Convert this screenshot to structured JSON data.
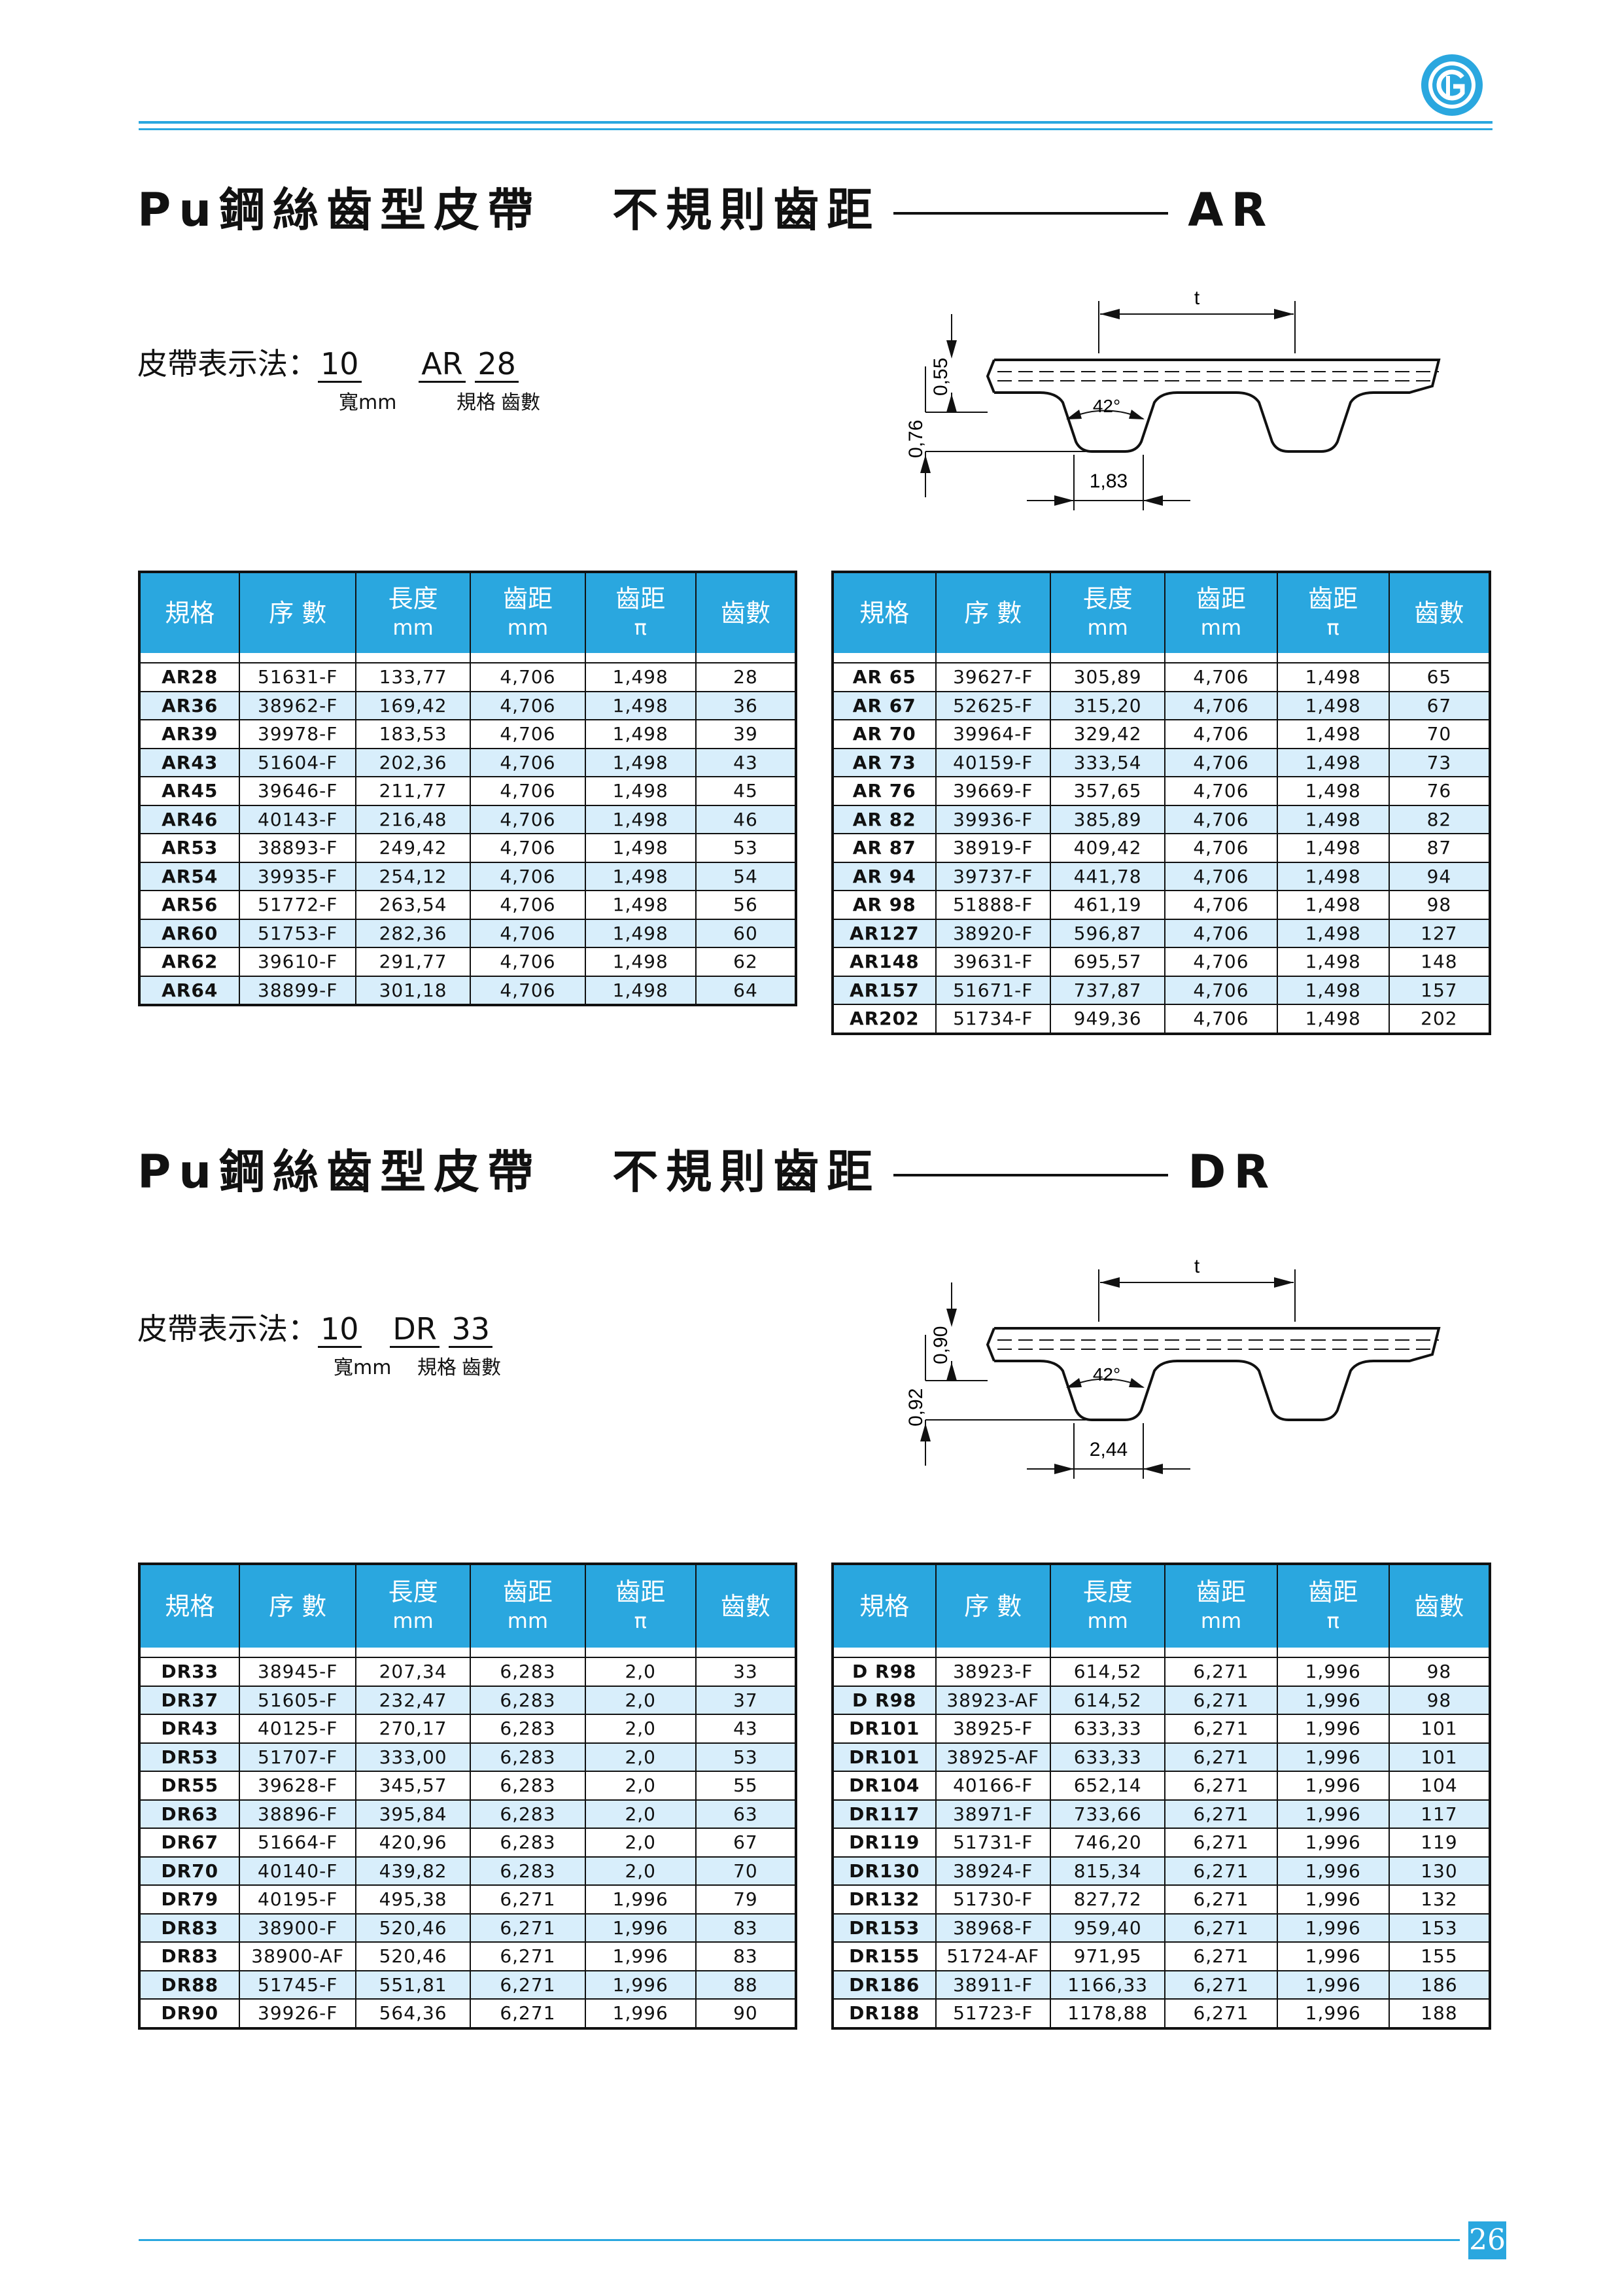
{
  "page_number": "26",
  "sections": [
    {
      "title_left": "Pu鋼絲齒型皮帶",
      "title_mid": "不規則齒距",
      "title_code": "AR",
      "notation": {
        "label": "皮帶表示法：",
        "width": "10",
        "spec": "AR",
        "teeth": "28",
        "width_caption": "寬mm",
        "spec_caption": "規格",
        "teeth_caption": "齒數"
      },
      "diagram": {
        "pitch_label": "t",
        "angle_label": "42°",
        "height_label": "0,76",
        "tooth_height_label": "0,55",
        "width_label": "1,83"
      },
      "headers": {
        "spec": "規格",
        "serial": "序 數",
        "length": "長度",
        "length_unit": "mm",
        "pitch": "齒距",
        "pitch_unit": "mm",
        "pitch2": "齒距",
        "pitch2_unit": "π",
        "teeth": "齒數"
      },
      "table_left": [
        [
          "AR28",
          "51631-F",
          "133,77",
          "4,706",
          "1,498",
          "28"
        ],
        [
          "AR36",
          "38962-F",
          "169,42",
          "4,706",
          "1,498",
          "36"
        ],
        [
          "AR39",
          "39978-F",
          "183,53",
          "4,706",
          "1,498",
          "39"
        ],
        [
          "AR43",
          "51604-F",
          "202,36",
          "4,706",
          "1,498",
          "43"
        ],
        [
          "AR45",
          "39646-F",
          "211,77",
          "4,706",
          "1,498",
          "45"
        ],
        [
          "AR46",
          "40143-F",
          "216,48",
          "4,706",
          "1,498",
          "46"
        ],
        [
          "AR53",
          "38893-F",
          "249,42",
          "4,706",
          "1,498",
          "53"
        ],
        [
          "AR54",
          "39935-F",
          "254,12",
          "4,706",
          "1,498",
          "54"
        ],
        [
          "AR56",
          "51772-F",
          "263,54",
          "4,706",
          "1,498",
          "56"
        ],
        [
          "AR60",
          "51753-F",
          "282,36",
          "4,706",
          "1,498",
          "60"
        ],
        [
          "AR62",
          "39610-F",
          "291,77",
          "4,706",
          "1,498",
          "62"
        ],
        [
          "AR64",
          "38899-F",
          "301,18",
          "4,706",
          "1,498",
          "64"
        ]
      ],
      "table_right": [
        [
          "AR 65",
          "39627-F",
          "305,89",
          "4,706",
          "1,498",
          "65"
        ],
        [
          "AR 67",
          "52625-F",
          "315,20",
          "4,706",
          "1,498",
          "67"
        ],
        [
          "AR 70",
          "39964-F",
          "329,42",
          "4,706",
          "1,498",
          "70"
        ],
        [
          "AR 73",
          "40159-F",
          "333,54",
          "4,706",
          "1,498",
          "73"
        ],
        [
          "AR 76",
          "39669-F",
          "357,65",
          "4,706",
          "1,498",
          "76"
        ],
        [
          "AR 82",
          "39936-F",
          "385,89",
          "4,706",
          "1,498",
          "82"
        ],
        [
          "AR 87",
          "38919-F",
          "409,42",
          "4,706",
          "1,498",
          "87"
        ],
        [
          "AR 94",
          "39737-F",
          "441,78",
          "4,706",
          "1,498",
          "94"
        ],
        [
          "AR 98",
          "51888-F",
          "461,19",
          "4,706",
          "1,498",
          "98"
        ],
        [
          "AR127",
          "38920-F",
          "596,87",
          "4,706",
          "1,498",
          "127"
        ],
        [
          "AR148",
          "39631-F",
          "695,57",
          "4,706",
          "1,498",
          "148"
        ],
        [
          "AR157",
          "51671-F",
          "737,87",
          "4,706",
          "1,498",
          "157"
        ],
        [
          "AR202",
          "51734-F",
          "949,36",
          "4,706",
          "1,498",
          "202"
        ]
      ]
    },
    {
      "title_left": "Pu鋼絲齒型皮帶",
      "title_mid": "不規則齒距",
      "title_code": "DR",
      "notation": {
        "label": "皮帶表示法：",
        "width": "10",
        "spec": "DR",
        "teeth": "33",
        "width_caption": "寬mm",
        "spec_caption": "規格",
        "teeth_caption": "齒數"
      },
      "diagram": {
        "pitch_label": "t",
        "angle_label": "42°",
        "height_label": "0,92",
        "tooth_height_label": "0,90",
        "width_label": "2,44"
      },
      "headers": {
        "spec": "規格",
        "serial": "序 數",
        "length": "長度",
        "length_unit": "mm",
        "pitch": "齒距",
        "pitch_unit": "mm",
        "pitch2": "齒距",
        "pitch2_unit": "π",
        "teeth": "齒數"
      },
      "table_left": [
        [
          "DR33",
          "38945-F",
          "207,34",
          "6,283",
          "2,0",
          "33"
        ],
        [
          "DR37",
          "51605-F",
          "232,47",
          "6,283",
          "2,0",
          "37"
        ],
        [
          "DR43",
          "40125-F",
          "270,17",
          "6,283",
          "2,0",
          "43"
        ],
        [
          "DR53",
          "51707-F",
          "333,00",
          "6,283",
          "2,0",
          "53"
        ],
        [
          "DR55",
          "39628-F",
          "345,57",
          "6,283",
          "2,0",
          "55"
        ],
        [
          "DR63",
          "38896-F",
          "395,84",
          "6,283",
          "2,0",
          "63"
        ],
        [
          "DR67",
          "51664-F",
          "420,96",
          "6,283",
          "2,0",
          "67"
        ],
        [
          "DR70",
          "40140-F",
          "439,82",
          "6,283",
          "2,0",
          "70"
        ],
        [
          "DR79",
          "40195-F",
          "495,38",
          "6,271",
          "1,996",
          "79"
        ],
        [
          "DR83",
          "38900-F",
          "520,46",
          "6,271",
          "1,996",
          "83"
        ],
        [
          "DR83",
          "38900-AF",
          "520,46",
          "6,271",
          "1,996",
          "83"
        ],
        [
          "DR88",
          "51745-F",
          "551,81",
          "6,271",
          "1,996",
          "88"
        ],
        [
          "DR90",
          "39926-F",
          "564,36",
          "6,271",
          "1,996",
          "90"
        ]
      ],
      "table_right": [
        [
          "D R98",
          "38923-F",
          "614,52",
          "6,271",
          "1,996",
          "98"
        ],
        [
          "D R98",
          "38923-AF",
          "614,52",
          "6,271",
          "1,996",
          "98"
        ],
        [
          "DR101",
          "38925-F",
          "633,33",
          "6,271",
          "1,996",
          "101"
        ],
        [
          "DR101",
          "38925-AF",
          "633,33",
          "6,271",
          "1,996",
          "101"
        ],
        [
          "DR104",
          "40166-F",
          "652,14",
          "6,271",
          "1,996",
          "104"
        ],
        [
          "DR117",
          "38971-F",
          "733,66",
          "6,271",
          "1,996",
          "117"
        ],
        [
          "DR119",
          "51731-F",
          "746,20",
          "6,271",
          "1,996",
          "119"
        ],
        [
          "DR130",
          "38924-F",
          "815,34",
          "6,271",
          "1,996",
          "130"
        ],
        [
          "DR132",
          "51730-F",
          "827,72",
          "6,271",
          "1,996",
          "132"
        ],
        [
          "DR153",
          "38968-F",
          "959,40",
          "6,271",
          "1,996",
          "153"
        ],
        [
          "DR155",
          "51724-AF",
          "971,95",
          "6,271",
          "1,996",
          "155"
        ],
        [
          "DR186",
          "38911-F",
          "1166,33",
          "6,271",
          "1,996",
          "186"
        ],
        [
          "DR188",
          "51723-F",
          "1178,88",
          "6,271",
          "1,996",
          "188"
        ]
      ]
    }
  ],
  "colors": {
    "accent": "#2aa7df",
    "row_shade": "#d8eefb"
  }
}
